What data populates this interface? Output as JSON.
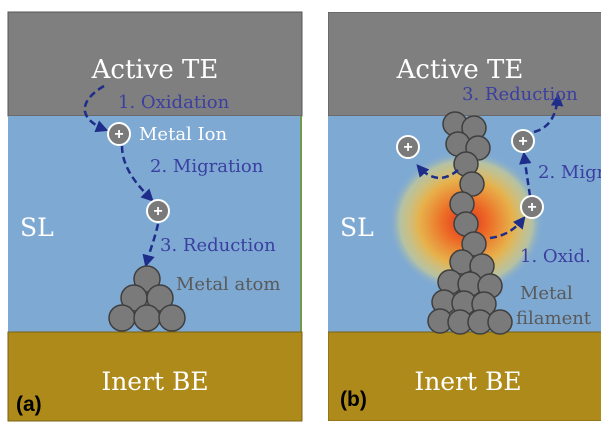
{
  "colors": {
    "top_electrode": "#7f7f7f",
    "switching_layer": "#7ea9d3",
    "bottom_electrode": "#ad8a1a",
    "atom_fill": "#7a7a7a",
    "atom_stroke": "#3f3f3f",
    "arrow": "#1f2d8a",
    "step_text": "#3a3fa0",
    "label_text": "#ffffff",
    "gray_text": "#595959",
    "panel_label": "#000000"
  },
  "panel_a": {
    "letter": "(a)",
    "top_electrode": "Active TE",
    "switching_layer": "SL",
    "bottom_electrode": "Inert BE",
    "step1": "1. Oxidation",
    "step2": "2. Migration",
    "step3": "3. Reduction",
    "ion_label": "Metal Ion",
    "atom_label": "Metal atom"
  },
  "panel_b": {
    "letter": "(b)",
    "top_electrode": "Active TE",
    "switching_layer": "SL",
    "bottom_electrode": "Inert BE",
    "step1": "1. Oxid.",
    "step2": "2. Migr",
    "step3": "3. Reduction",
    "filament_label_1": "Metal",
    "filament_label_2": "filament"
  }
}
